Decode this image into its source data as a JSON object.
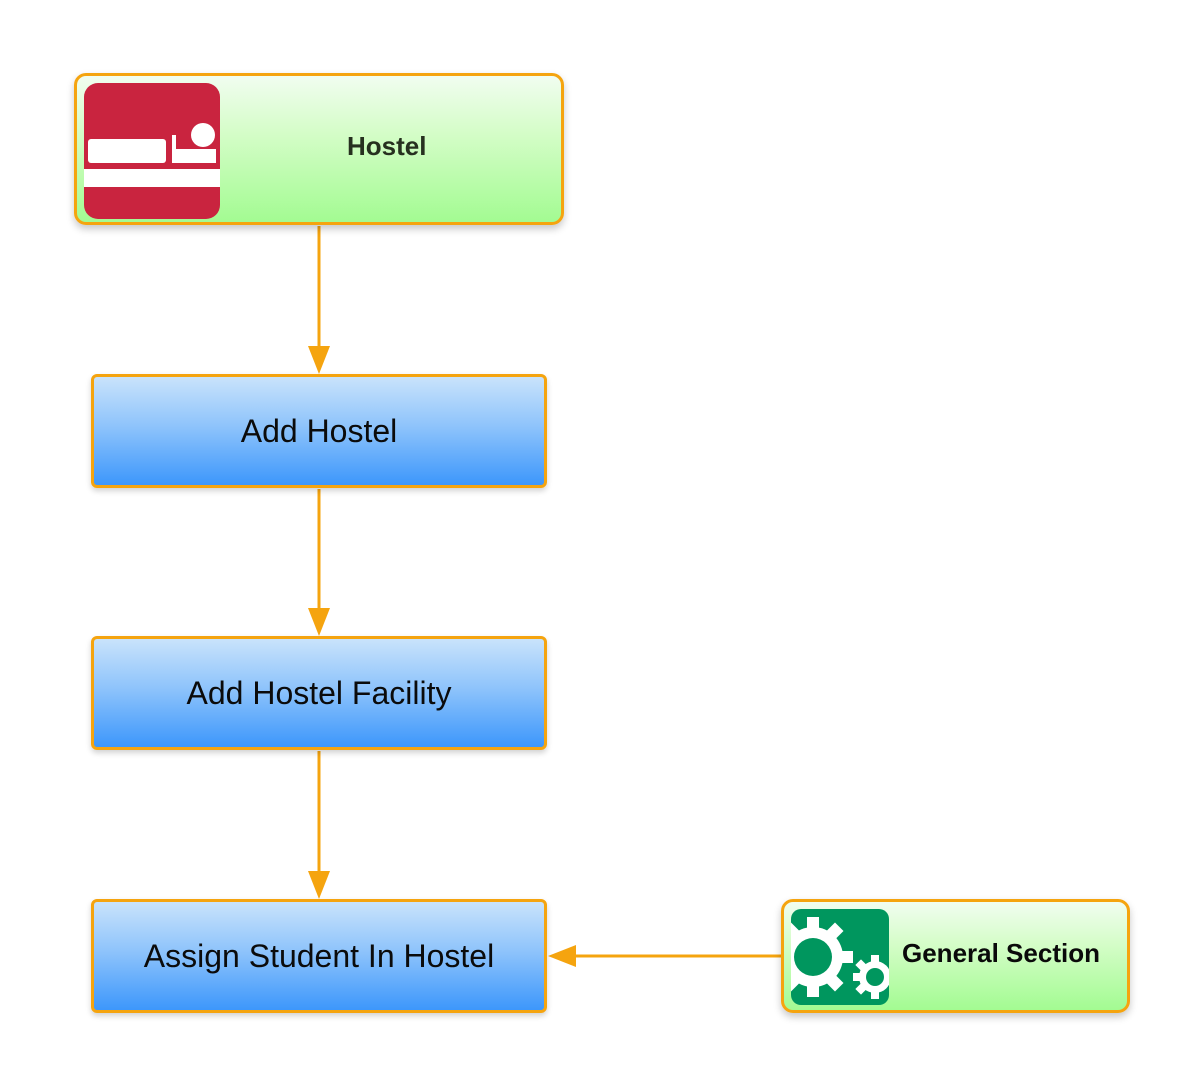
{
  "diagram": {
    "nodes": {
      "hostel": {
        "label": "Hostel",
        "icon": "bed-icon",
        "icon_bg": "#c9243f"
      },
      "add_hostel": {
        "label": "Add Hostel"
      },
      "add_facility": {
        "label": "Add Hostel Facility"
      },
      "assign": {
        "label": "Assign Student In Hostel"
      },
      "general": {
        "label": "General Section",
        "icon": "gears-icon",
        "icon_bg": "#00965e"
      }
    },
    "edges": [
      {
        "from": "Hostel",
        "to": "Add Hostel"
      },
      {
        "from": "Add Hostel",
        "to": "Add Hostel Facility"
      },
      {
        "from": "Add Hostel Facility",
        "to": "Assign Student In Hostel"
      },
      {
        "from": "General Section",
        "to": "Assign Student In Hostel"
      }
    ],
    "colors": {
      "connector": "#f5a40f",
      "node_border": "#f5a40f",
      "green_gradient_top": "#f1fdf0",
      "green_gradient_bottom": "#a3fb92",
      "blue_gradient_top": "#c9e3fb",
      "blue_gradient_bottom": "#3d97fb"
    }
  }
}
